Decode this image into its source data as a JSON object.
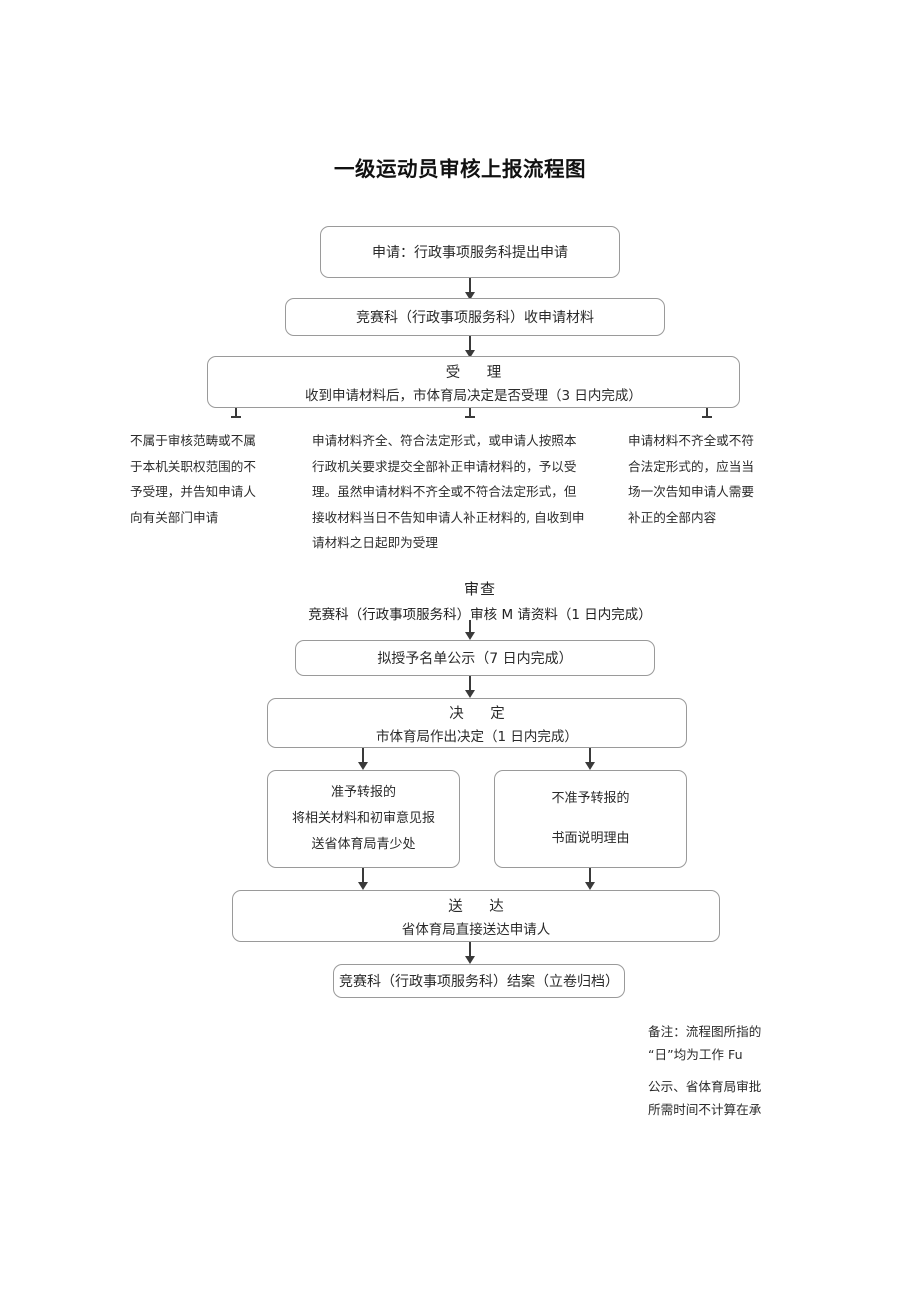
{
  "document": {
    "title": "一级运动员审核上报流程图"
  },
  "flow": {
    "nodes": [
      {
        "id": "apply",
        "single": "申请：行政事项服务科提出申请"
      },
      {
        "id": "receive",
        "single": "竞赛科（行政事项服务科）收申请材料"
      },
      {
        "id": "acceptance",
        "header": "受　理",
        "sub": "收到申请材料后，市体育局决定是否受理（3 日内完成）"
      },
      {
        "id": "publicity",
        "single": "拟授予名单公示（7 日内完成）"
      },
      {
        "id": "decision",
        "header": "决　定",
        "sub": "市体育局作出决定（1 日内完成）"
      },
      {
        "id": "approved",
        "l1": "准予转报的",
        "l2": "将相关材料和初审意见报",
        "l3": "送省体育局青少处"
      },
      {
        "id": "rejected",
        "l1": "不准予转报的",
        "l2": "书面说明理由"
      },
      {
        "id": "delivery",
        "header": "送　达",
        "sub": "省体育局直接送达申请人"
      },
      {
        "id": "closing",
        "single": "竞赛科（行政事项服务科）结案（立卷归档）"
      }
    ]
  },
  "notes": {
    "left": "不属于审核范畴或不属\n于本机关职权范围的不\n予受理，并告知申请人\n向有关部门申请",
    "middle": "申请材料齐全、符合法定形式，或申请人按照本\n行政机关要求提交全部补正申请材料的，予以受\n理。虽然申请材料不齐全或不符合法定形式，但\n接收材料当日不告知申请人补正材料的, 自收到申\n请材料之日起即为受理",
    "right": "申请材料不齐全或不符\n合法定形式的，应当当\n场一次告知申请人需要\n补正的全部内容"
  },
  "review_section": {
    "title": "审查",
    "detail": "竞赛科（行政事项服务科）审核 M 请资料（1 日内完成）"
  },
  "footnotes": {
    "note1": "备注：流程图所指的\n“日”均为工作 Fu",
    "note2": "公示、省体育局审批\n所需时间不计算在承"
  },
  "colors": {
    "box_border": "#9a9a9a",
    "connector": "#3a3a3a",
    "text": "#2a2a2a",
    "background": "#ffffff"
  }
}
